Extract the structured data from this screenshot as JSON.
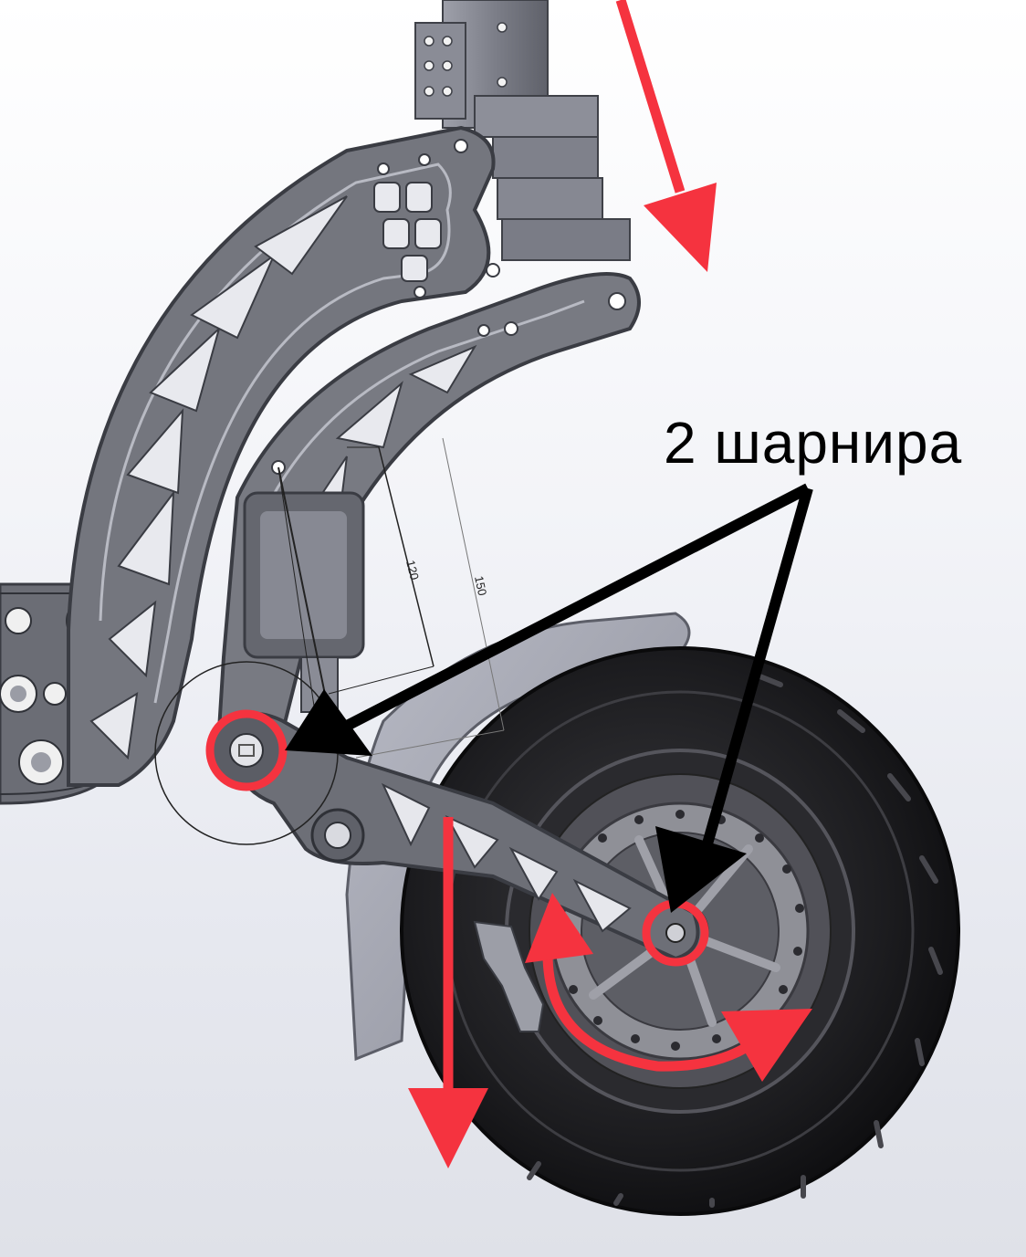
{
  "annotation": {
    "label": "2 шарнира",
    "arrow_color": "#000000",
    "highlight_color": "#f5333f"
  },
  "dimensions": {
    "inner": "120",
    "outer": "150"
  },
  "colors": {
    "frame": "#6e7078",
    "frame_dark": "#4a4c53",
    "tire": "#1c1c1f",
    "disc": "#8f9097",
    "fender": "#a9abb6"
  },
  "icons": [
    "pivot-upper-icon",
    "pivot-hub-icon",
    "force-arrow-icon",
    "rotation-arrow-icon"
  ]
}
